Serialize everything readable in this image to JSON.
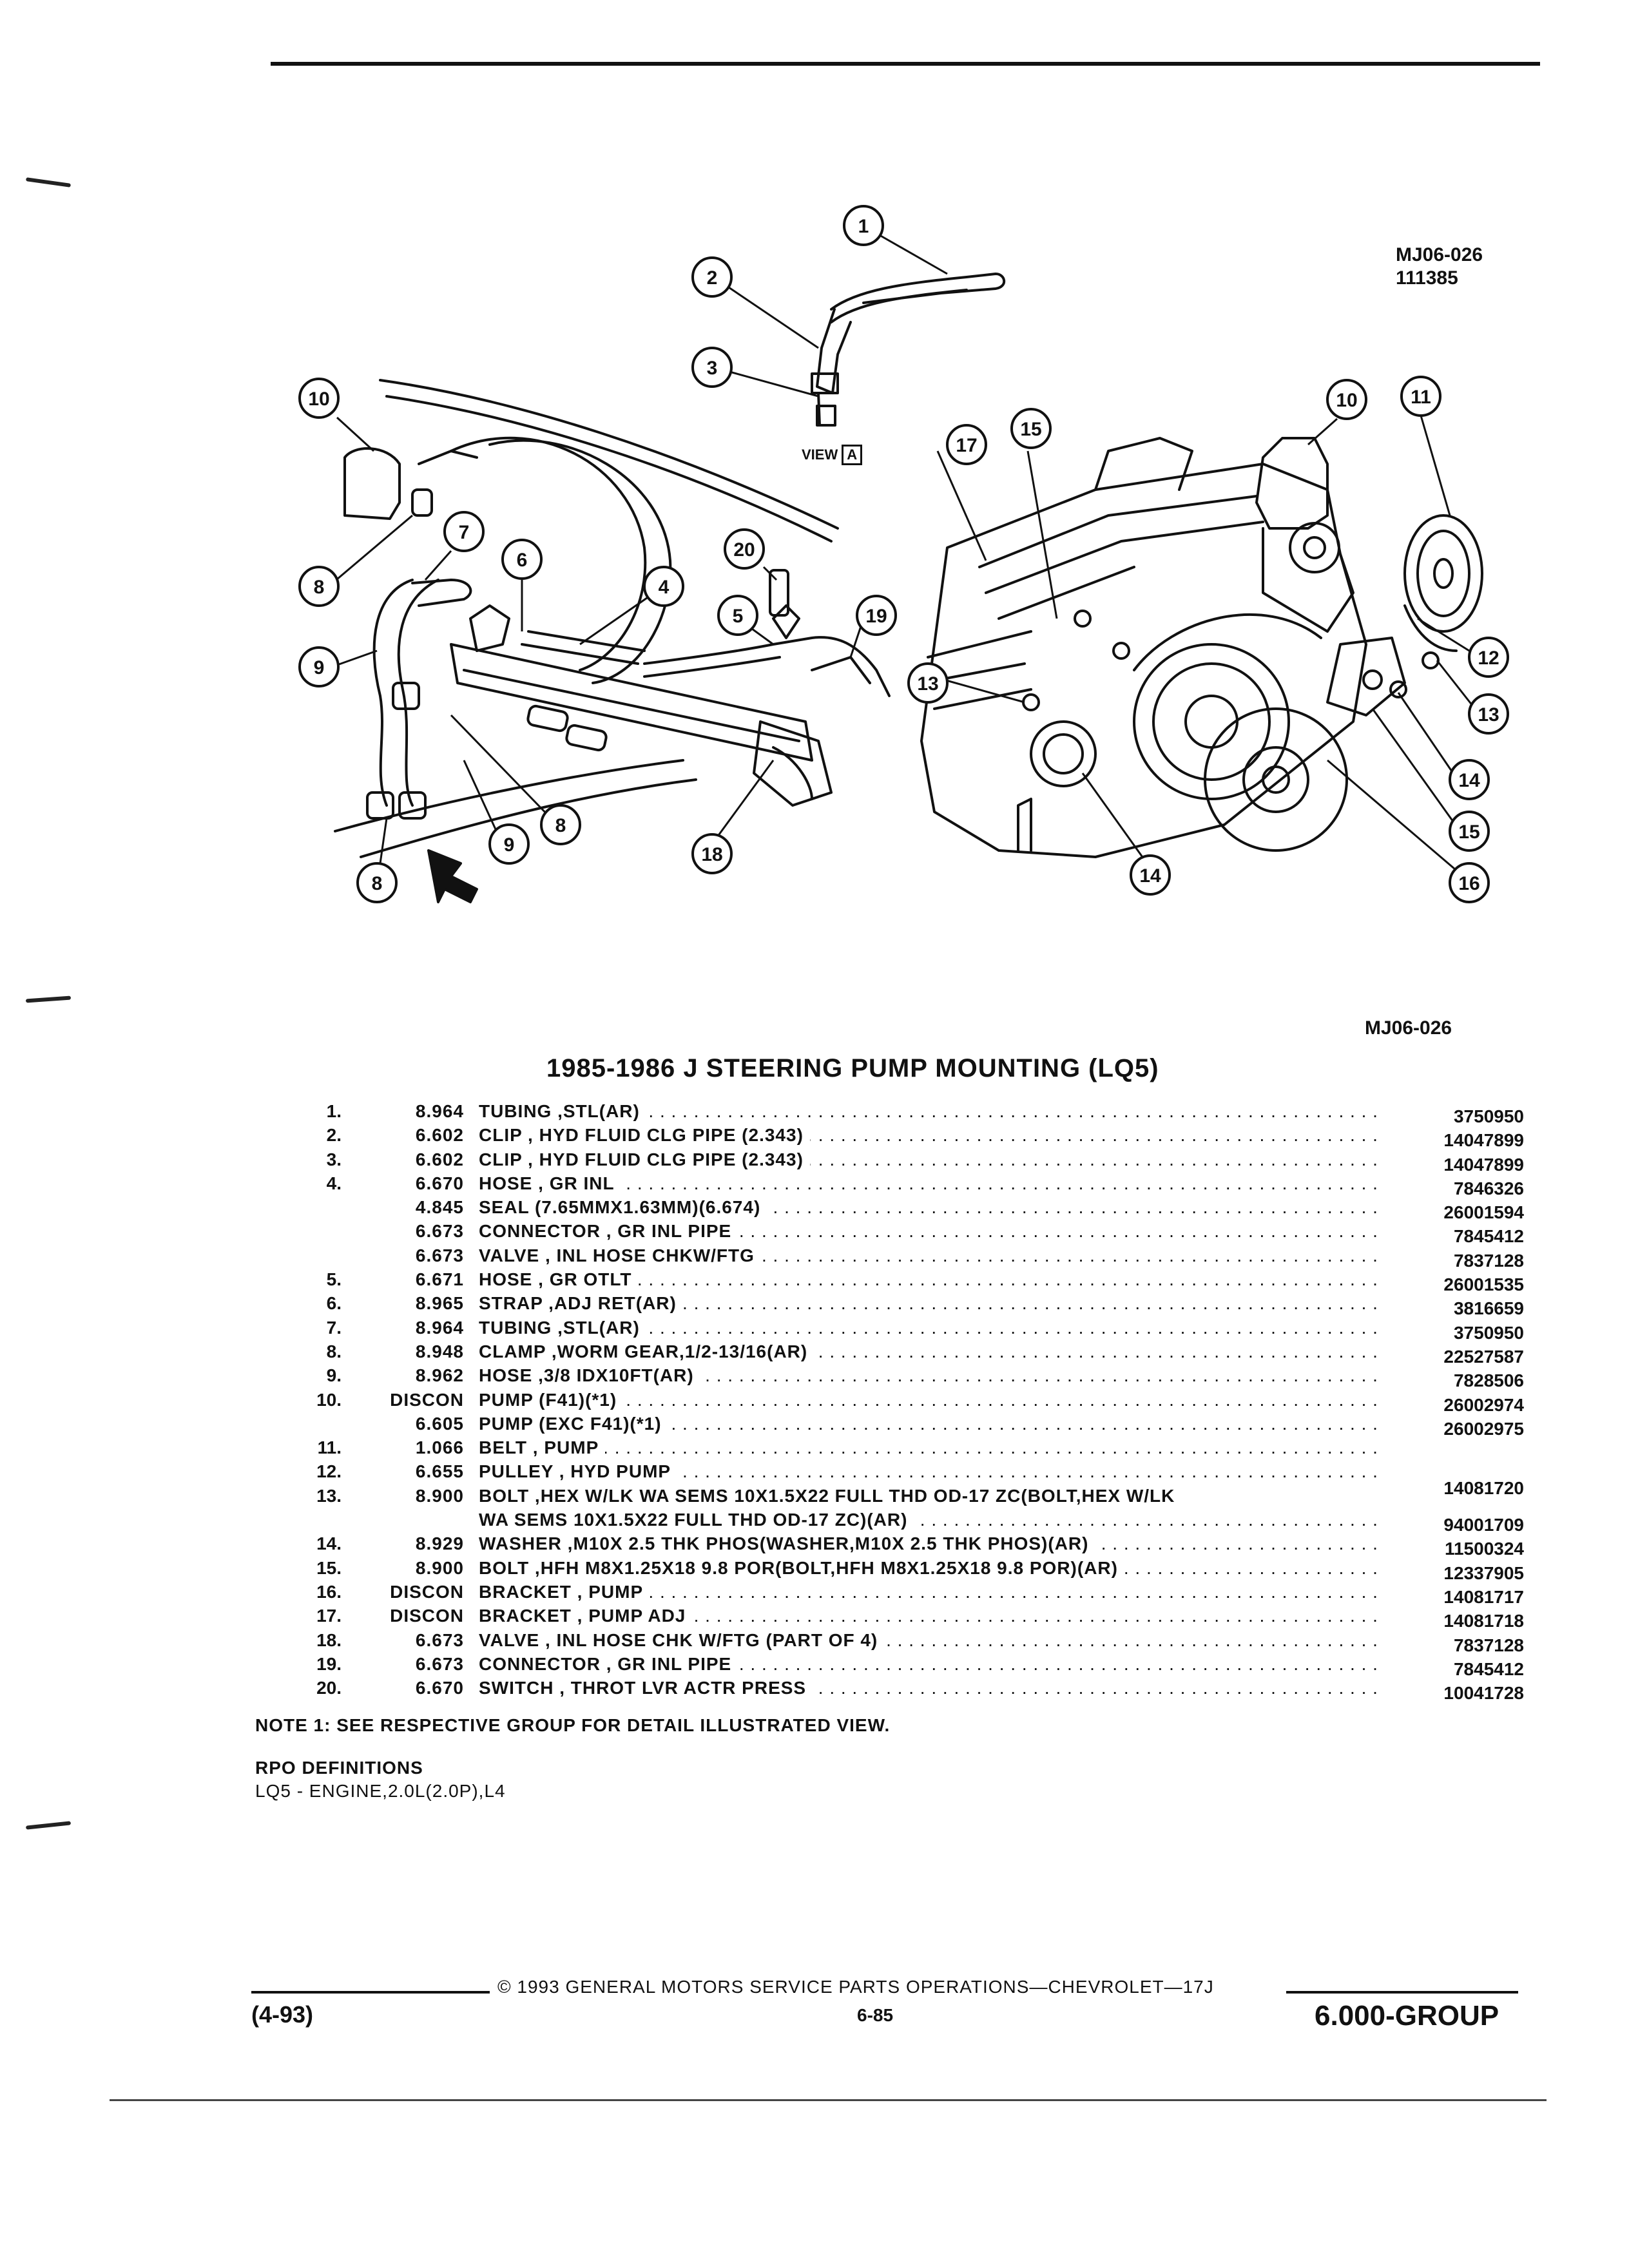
{
  "diagram": {
    "ref_top": [
      "MJ06-026",
      "111385"
    ],
    "ref_bottom": "MJ06-026",
    "view_label": "VIEW",
    "view_letter": "A",
    "callouts": [
      "1",
      "2",
      "3",
      "4",
      "5",
      "6",
      "7",
      "8",
      "9",
      "10",
      "11",
      "12",
      "13",
      "14",
      "15",
      "16",
      "17",
      "18",
      "19",
      "20"
    ]
  },
  "title": "1985-1986 J STEERING PUMP MOUNTING (LQ5)",
  "parts": [
    {
      "num": "1.",
      "grp": "8.964",
      "desc": "TUBING ,STL(AR)",
      "pn": "3750950"
    },
    {
      "num": "2.",
      "grp": "6.602",
      "desc": "CLIP , HYD FLUID CLG PIPE (2.343)",
      "pn": "14047899"
    },
    {
      "num": "3.",
      "grp": "6.602",
      "desc": "CLIP , HYD FLUID CLG PIPE (2.343)",
      "pn": "14047899"
    },
    {
      "num": "4.",
      "grp": "6.670",
      "desc": "HOSE , GR INL",
      "pn": "7846326"
    },
    {
      "num": "",
      "grp": "4.845",
      "desc": "SEAL (7.65MMX1.63MM)(6.674)",
      "pn": "26001594"
    },
    {
      "num": "",
      "grp": "6.673",
      "desc": "CONNECTOR , GR INL PIPE",
      "pn": "7845412"
    },
    {
      "num": "",
      "grp": "6.673",
      "desc": "VALVE , INL HOSE CHKW/FTG",
      "pn": "7837128"
    },
    {
      "num": "5.",
      "grp": "6.671",
      "desc": "HOSE , GR OTLT",
      "pn": "26001535"
    },
    {
      "num": "6.",
      "grp": "8.965",
      "desc": "STRAP ,ADJ RET(AR)",
      "pn": "3816659"
    },
    {
      "num": "7.",
      "grp": "8.964",
      "desc": "TUBING ,STL(AR)",
      "pn": "3750950"
    },
    {
      "num": "8.",
      "grp": "8.948",
      "desc": "CLAMP ,WORM GEAR,1/2-13/16(AR)",
      "pn": "22527587"
    },
    {
      "num": "9.",
      "grp": "8.962",
      "desc": "HOSE ,3/8 IDX10FT(AR)",
      "pn": "7828506"
    },
    {
      "num": "10.",
      "grp": "DISCON",
      "desc": "PUMP (F41)(*1)",
      "pn": "26002974"
    },
    {
      "num": "",
      "grp": "6.605",
      "desc": "PUMP (EXC F41)(*1)",
      "pn": "26002975"
    },
    {
      "num": "11.",
      "grp": "1.066",
      "desc": "BELT , PUMP",
      "pn": ""
    },
    {
      "num": "12.",
      "grp": "6.655",
      "desc": "PULLEY , HYD PUMP",
      "pn": "14081720"
    },
    {
      "num": "13.",
      "grp": "8.900",
      "desc": "BOLT ,HEX W/LK WA SEMS 10X1.5X22 FULL THD OD-17 ZC(BOLT,HEX W/LK",
      "desc2": "WA SEMS 10X1.5X22 FULL THD OD-17 ZC)(AR)",
      "pn": "94001709"
    },
    {
      "num": "14.",
      "grp": "8.929",
      "desc": "WASHER ,M10X 2.5 THK PHOS(WASHER,M10X 2.5 THK PHOS)(AR)",
      "pn": "11500324"
    },
    {
      "num": "15.",
      "grp": "8.900",
      "desc": "BOLT ,HFH M8X1.25X18 9.8 POR(BOLT,HFH M8X1.25X18 9.8 POR)(AR)",
      "pn": "12337905"
    },
    {
      "num": "16.",
      "grp": "DISCON",
      "desc": "BRACKET , PUMP",
      "pn": "14081717"
    },
    {
      "num": "17.",
      "grp": "DISCON",
      "desc": "BRACKET , PUMP ADJ",
      "pn": "14081718"
    },
    {
      "num": "18.",
      "grp": "6.673",
      "desc": "VALVE , INL HOSE CHK W/FTG (PART OF 4)",
      "pn": "7837128"
    },
    {
      "num": "19.",
      "grp": "6.673",
      "desc": "CONNECTOR , GR INL PIPE",
      "pn": "7845412"
    },
    {
      "num": "20.",
      "grp": "6.670",
      "desc": "SWITCH , THROT LVR ACTR PRESS",
      "pn": "10041728"
    }
  ],
  "note": "NOTE  1:  SEE RESPECTIVE GROUP FOR DETAIL ILLUSTRATED VIEW.",
  "rpo": {
    "heading": "RPO DEFINITIONS",
    "line": "LQ5 - ENGINE,2.0L(2.0P),L4"
  },
  "footer": {
    "copyright": "© 1993 GENERAL MOTORS SERVICE PARTS OPERATIONS—CHEVROLET—17J",
    "date": "(4-93)",
    "page": "6-85",
    "group": "6.000-GROUP"
  }
}
